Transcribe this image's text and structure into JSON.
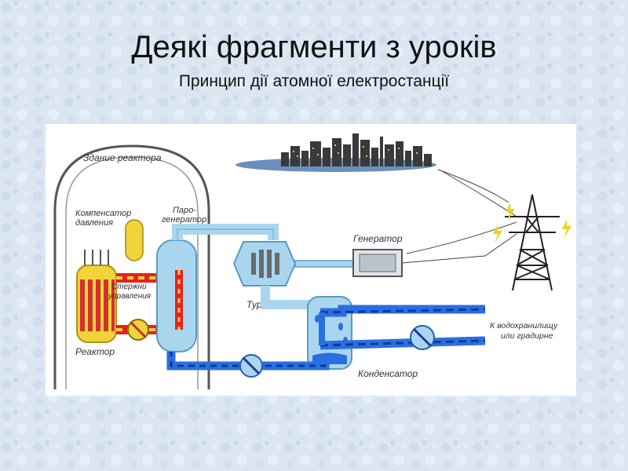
{
  "slide": {
    "title": "Деякі фрагменти з уроків",
    "subtitle": "Принцип дії атомної електростанції"
  },
  "diagram": {
    "labels": {
      "reactor_building": "Здание реактора",
      "pressurizer_line1": "Компенсатор",
      "pressurizer_line2": "давления",
      "steam_gen_line1": "Паро-",
      "steam_gen_line2": "генератор",
      "control_rods_line1": "Стержни",
      "control_rods_line2": "управления",
      "reactor": "Реактор",
      "turbine": "Турбина",
      "generator": "Генератор",
      "condenser": "Конденсатор",
      "cooling_line1": "К водохранилищу",
      "cooling_line2": "или градирне"
    },
    "colors": {
      "hot_loop": "#e82020",
      "reactor_core": "#f0d43a",
      "cold_water": "#2a6fe0",
      "steam": "#a9d6ee",
      "building_outline": "#555555"
    }
  }
}
